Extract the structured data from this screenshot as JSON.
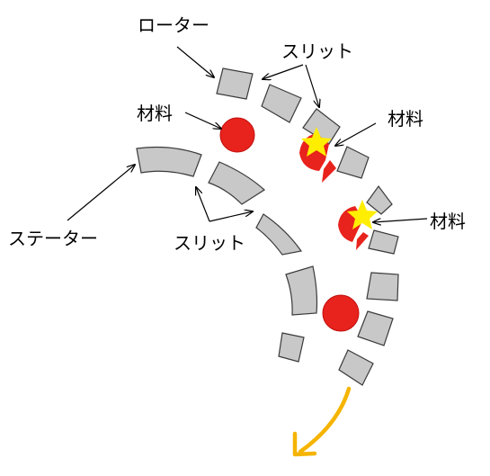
{
  "labels": {
    "rotor": "ローター",
    "stator": "ステーター",
    "slit_top": "スリット",
    "slit_bottom": "スリット",
    "material_left": "材料",
    "material_right_top": "材料",
    "material_right_mid": "材料"
  },
  "colors": {
    "segment_fill": "#c8c8c8",
    "segment_stroke": "#3a3a3a",
    "material": "#e8221c",
    "star": "#ffee00",
    "arrow": "#f5b400"
  }
}
